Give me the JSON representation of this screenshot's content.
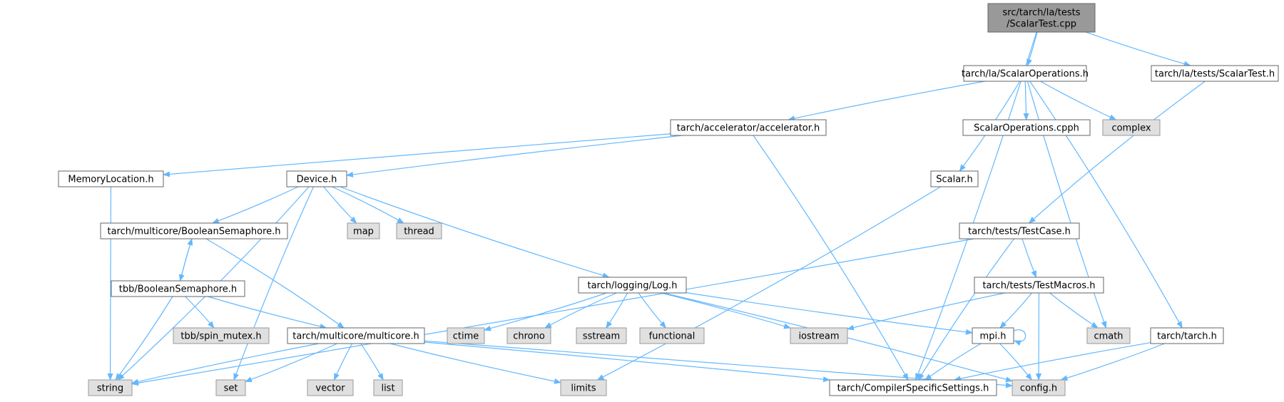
{
  "colors": {
    "edge": "#63b8ff",
    "root_fill": "#999999",
    "file_fill": "#ffffff",
    "system_fill": "#e0e0e0",
    "file_stroke": "#666666",
    "system_stroke": "#999999"
  },
  "nodes": {
    "root": {
      "lines": [
        "src/tarch/la/tests",
        "/ScalarTest.cpp"
      ],
      "kind": "root"
    },
    "scalarops": {
      "lines": [
        "tarch/la/ScalarOperations.h"
      ],
      "kind": "file"
    },
    "scalartest_h": {
      "lines": [
        "tarch/la/tests/ScalarTest.h"
      ],
      "kind": "file"
    },
    "accelerator": {
      "lines": [
        "tarch/accelerator/accelerator.h"
      ],
      "kind": "file"
    },
    "scalarops_cpph": {
      "lines": [
        "ScalarOperations.cpph"
      ],
      "kind": "file"
    },
    "complex": {
      "lines": [
        "complex"
      ],
      "kind": "system"
    },
    "memloc": {
      "lines": [
        "MemoryLocation.h"
      ],
      "kind": "file"
    },
    "device": {
      "lines": [
        "Device.h"
      ],
      "kind": "file"
    },
    "scalar_h": {
      "lines": [
        "Scalar.h"
      ],
      "kind": "file"
    },
    "boolsem": {
      "lines": [
        "tarch/multicore/BooleanSemaphore.h"
      ],
      "kind": "file"
    },
    "map": {
      "lines": [
        "map"
      ],
      "kind": "system"
    },
    "thread": {
      "lines": [
        "thread"
      ],
      "kind": "system"
    },
    "testcase": {
      "lines": [
        "tarch/tests/TestCase.h"
      ],
      "kind": "file"
    },
    "tbbboolsem": {
      "lines": [
        "tbb/BooleanSemaphore.h"
      ],
      "kind": "file"
    },
    "log": {
      "lines": [
        "tarch/logging/Log.h"
      ],
      "kind": "file"
    },
    "testmacros": {
      "lines": [
        "tarch/tests/TestMacros.h"
      ],
      "kind": "file"
    },
    "spinmutex": {
      "lines": [
        "tbb/spin_mutex.h"
      ],
      "kind": "system"
    },
    "multicore": {
      "lines": [
        "tarch/multicore/multicore.h"
      ],
      "kind": "file"
    },
    "ctime": {
      "lines": [
        "ctime"
      ],
      "kind": "system"
    },
    "chrono": {
      "lines": [
        "chrono"
      ],
      "kind": "system"
    },
    "sstream": {
      "lines": [
        "sstream"
      ],
      "kind": "system"
    },
    "functional": {
      "lines": [
        "functional"
      ],
      "kind": "system"
    },
    "iostream": {
      "lines": [
        "iostream"
      ],
      "kind": "system"
    },
    "mpi": {
      "lines": [
        "mpi.h"
      ],
      "kind": "file"
    },
    "cmath": {
      "lines": [
        "cmath"
      ],
      "kind": "system"
    },
    "tarch_h": {
      "lines": [
        "tarch/tarch.h"
      ],
      "kind": "file"
    },
    "string": {
      "lines": [
        "string"
      ],
      "kind": "system"
    },
    "set": {
      "lines": [
        "set"
      ],
      "kind": "system"
    },
    "vector": {
      "lines": [
        "vector"
      ],
      "kind": "system"
    },
    "list": {
      "lines": [
        "list"
      ],
      "kind": "system"
    },
    "limits": {
      "lines": [
        "limits"
      ],
      "kind": "system"
    },
    "compiler": {
      "lines": [
        "tarch/CompilerSpecificSettings.h"
      ],
      "kind": "file"
    },
    "config": {
      "lines": [
        "config.h"
      ],
      "kind": "system"
    }
  },
  "edges": [
    [
      "root",
      "scalarops"
    ],
    [
      "root",
      "scalartest_h"
    ],
    [
      "root",
      "compiler"
    ],
    [
      "scalarops",
      "accelerator"
    ],
    [
      "scalarops",
      "scalarops_cpph"
    ],
    [
      "scalarops",
      "complex"
    ],
    [
      "scalarops",
      "scalar_h"
    ],
    [
      "scalarops",
      "cmath"
    ],
    [
      "scalarops",
      "tarch_h"
    ],
    [
      "scalartest_h",
      "testcase"
    ],
    [
      "accelerator",
      "memloc"
    ],
    [
      "accelerator",
      "device"
    ],
    [
      "accelerator",
      "compiler"
    ],
    [
      "memloc",
      "string"
    ],
    [
      "device",
      "boolsem"
    ],
    [
      "device",
      "map"
    ],
    [
      "device",
      "thread"
    ],
    [
      "device",
      "log"
    ],
    [
      "device",
      "string"
    ],
    [
      "device",
      "set"
    ],
    [
      "scalar_h",
      "limits"
    ],
    [
      "boolsem",
      "tbbboolsem"
    ],
    [
      "boolsem",
      "multicore"
    ],
    [
      "tbbboolsem",
      "boolsem"
    ],
    [
      "tbbboolsem",
      "spinmutex"
    ],
    [
      "tbbboolsem",
      "multicore"
    ],
    [
      "tbbboolsem",
      "string"
    ],
    [
      "testcase",
      "testmacros"
    ],
    [
      "testcase",
      "string"
    ],
    [
      "testcase",
      "compiler"
    ],
    [
      "log",
      "ctime"
    ],
    [
      "log",
      "chrono"
    ],
    [
      "log",
      "sstream"
    ],
    [
      "log",
      "functional"
    ],
    [
      "log",
      "iostream"
    ],
    [
      "log",
      "mpi"
    ],
    [
      "log",
      "config"
    ],
    [
      "testmacros",
      "iostream"
    ],
    [
      "testmacros",
      "mpi"
    ],
    [
      "testmacros",
      "cmath"
    ],
    [
      "testmacros",
      "config"
    ],
    [
      "multicore",
      "string"
    ],
    [
      "multicore",
      "set"
    ],
    [
      "multicore",
      "vector"
    ],
    [
      "multicore",
      "list"
    ],
    [
      "multicore",
      "limits"
    ],
    [
      "multicore",
      "compiler"
    ],
    [
      "multicore",
      "config"
    ],
    [
      "mpi",
      "mpi"
    ],
    [
      "mpi",
      "compiler"
    ],
    [
      "mpi",
      "config"
    ],
    [
      "tarch_h",
      "compiler"
    ],
    [
      "tarch_h",
      "config"
    ]
  ]
}
